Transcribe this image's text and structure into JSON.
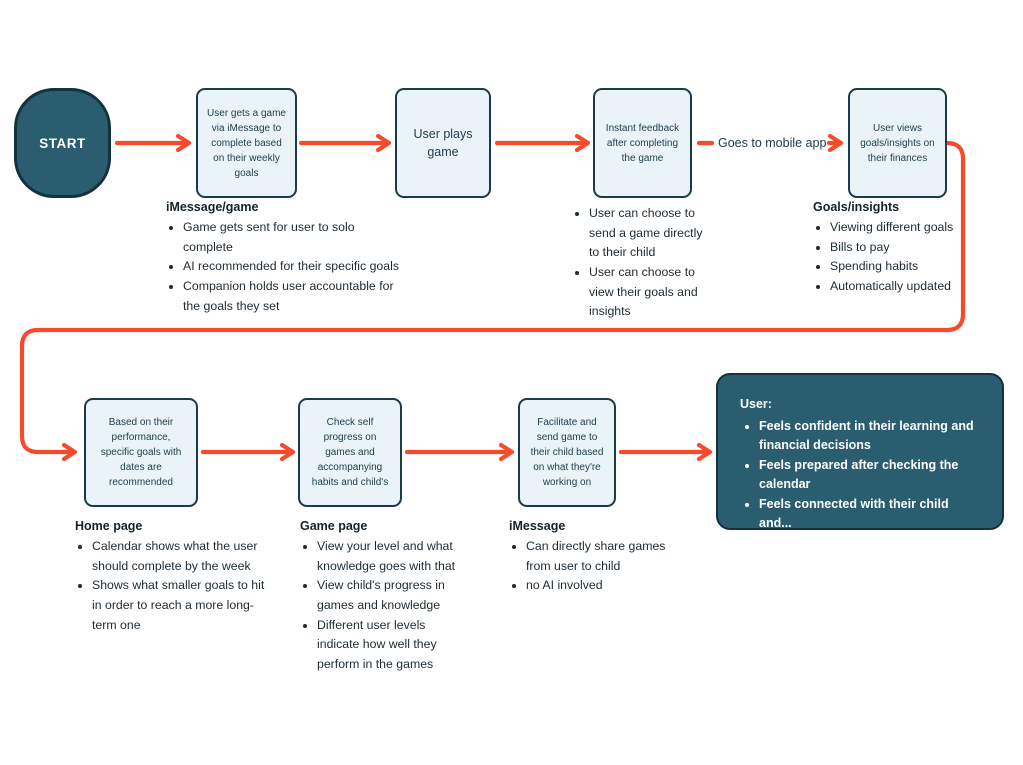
{
  "colors": {
    "arrow": "#F54A2B",
    "teal": "#2A5D6F",
    "teal_border": "#14313D",
    "box_fill": "#EAF4F8",
    "box_border": "#1C3A47",
    "text": "#1E2B33",
    "box_text": "#20404E",
    "heading": "#14232B"
  },
  "nodes": {
    "start": {
      "label": "START"
    },
    "step1": {
      "text": "User gets a game\nvia iMessage to\ncomplete based\non their weekly\ngoals"
    },
    "step2": {
      "text": "User plays\ngame"
    },
    "step3": {
      "text": "Instant feedback\nafter completing\nthe game"
    },
    "step4": {
      "text": "User views\ngoals/insights on\ntheir finances"
    },
    "step5": {
      "text": "Based on their\nperformance,\nspecific goals with\ndates are\nrecommended"
    },
    "step6": {
      "text": "Check self\nprogress on\ngames and\naccompanying\nhabits and child's"
    },
    "step7": {
      "text": "Facilitate and\nsend game to\ntheir child based\non what they're\nworking on"
    }
  },
  "edges": {
    "mobile_app_label": "Goes to mobile app"
  },
  "endbox": {
    "title": "User:",
    "bullets": [
      "Feels confident in their learning and\nfinancial decisions",
      "Feels prepared after checking the\ncalendar",
      "Feels connected with their child and..."
    ]
  },
  "annotations": {
    "imessage_game": {
      "heading": "iMessage/game",
      "bullets": [
        "Game gets sent for user to solo\ncomplete",
        "AI recommended for their specific goals",
        "Companion holds user accountable for\nthe goals they set"
      ]
    },
    "feedback_options": {
      "bullets": [
        "User can choose to\nsend a game directly\nto their child",
        "User can choose to\nview their goals and\ninsights"
      ]
    },
    "goals_insights": {
      "heading": "Goals/insights",
      "bullets": [
        "Viewing different goals",
        "Bills to pay",
        "Spending habits",
        "Automatically updated"
      ]
    },
    "home_page": {
      "heading": "Home page",
      "bullets": [
        "Calendar shows what the user\nshould complete by the week",
        "Shows what smaller goals to hit\nin order to reach a more long-\nterm one"
      ]
    },
    "game_page": {
      "heading": "Game page",
      "bullets": [
        "View your level and what\nknowledge goes with that",
        "View child's progress in\ngames and knowledge",
        "Different user levels\nindicate how well they\nperform in the games"
      ]
    },
    "imessage": {
      "heading": "iMessage",
      "bullets": [
        "Can directly share games\nfrom user to child",
        "no AI involved"
      ]
    }
  }
}
